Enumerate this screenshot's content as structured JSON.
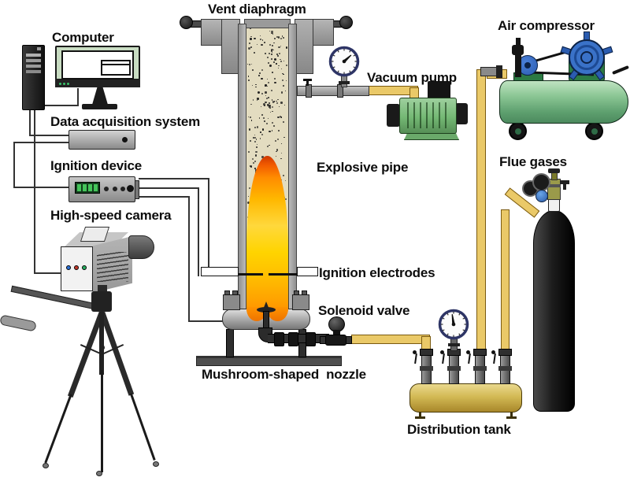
{
  "labels": {
    "computer": "Computer",
    "vent_diaphragm": "Vent diaphragm",
    "air_compressor": "Air compressor",
    "data_acquisition": "Data acquisition system",
    "ignition_device": "Ignition device",
    "vacuum_pump": "Vacuum pump",
    "high_speed_camera": "High-speed camera",
    "explosive_pipe": "Explosive pipe",
    "flue_gases": "Flue gases",
    "ignition_electrodes": "Ignition electrodes",
    "solenoid_valve": "Solenoid valve",
    "mushroom_nozzle": "Mushroom-shaped  nozzle",
    "distribution_tank": "Distribution tank"
  },
  "colors": {
    "flame_core_yellow": "#ffd400",
    "flame_orange": "#ff8c00",
    "flame_tip_red": "#d63a00",
    "equipment_green": "#74b874",
    "compressor_tank_green": "#6fae7e",
    "motor_blue": "#3a72c8",
    "hose_yellow": "#eac968",
    "distribution_tank_gold": "#d3ba55",
    "gauge_rim_navy": "#2e3566",
    "pipe_gray": "#a8a8a8",
    "mixture_speckle_tan": "#e3dcc0",
    "gas_cylinder_black": "#1a1a1a",
    "monitor_bezel_green": "#c8dcc2"
  }
}
